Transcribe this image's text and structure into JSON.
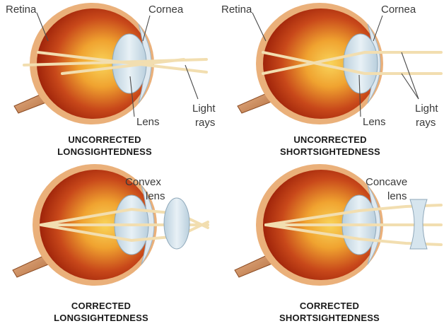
{
  "panels": [
    {
      "id": "uncorrected-long",
      "labels": {
        "retina": "Retina",
        "cornea": "Cornea",
        "lens": "Lens",
        "light_rays_1": "Light",
        "light_rays_2": "rays"
      },
      "caption": {
        "line1": "UNCORRECTED",
        "line2": "LONGSIGHTEDNESS"
      }
    },
    {
      "id": "uncorrected-short",
      "labels": {
        "retina": "Retina",
        "cornea": "Cornea",
        "lens": "Lens",
        "light_rays_1": "Light",
        "light_rays_2": "rays"
      },
      "caption": {
        "line1": "UNCORRECTED",
        "line2": "SHORTSIGHTEDNESS"
      }
    },
    {
      "id": "corrected-long",
      "labels": {
        "corrective_lens_1": "Convex",
        "corrective_lens_2": "lens"
      },
      "caption": {
        "line1": "CORRECTED",
        "line2": "LONGSIGHTEDNESS"
      }
    },
    {
      "id": "corrected-short",
      "labels": {
        "corrective_lens_1": "Concave",
        "corrective_lens_2": "lens"
      },
      "caption": {
        "line1": "CORRECTED",
        "line2": "SHORTSIGHTEDNESS"
      }
    }
  ],
  "colors": {
    "eye_outer": "#e7a45a",
    "eye_inner": "#b02a0c",
    "eye_center": "#f6c640",
    "light_ray": "#f2deb0",
    "lens": "#cfe0ea",
    "cornea": "#dfe9f0",
    "text": "#3a3a3a"
  }
}
